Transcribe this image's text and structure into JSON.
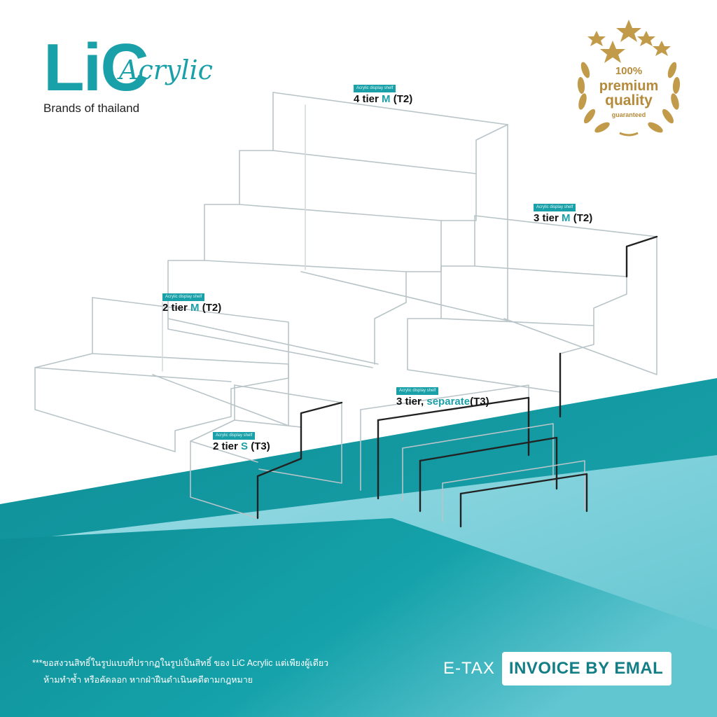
{
  "brand": {
    "wordmark": "LiC",
    "script": "Acrylic",
    "tagline": "Brands of thailand",
    "color": "#1aa0a8"
  },
  "badge": {
    "percent": "100%",
    "line1": "premium",
    "line2": "quality",
    "line3": "guaranteed",
    "color": "#b58a3a"
  },
  "products": [
    {
      "tag": "Acrylic display shelf",
      "name": "4 tier",
      "size": "M",
      "type": "(T2)"
    },
    {
      "tag": "Acrylic display shelf",
      "name": "3 tier",
      "size": "M",
      "type": "(T2)"
    },
    {
      "tag": "Acrylic display shelf",
      "name": "2 tier",
      "size": "M",
      "type": "(T2)"
    },
    {
      "tag": "Acrylic display shelf",
      "name": "2 tier",
      "size": "S",
      "type": "(T3)"
    },
    {
      "tag": "Acrylic display shelf",
      "name": "3 tier,",
      "size": "separate",
      "type": "(T3)"
    }
  ],
  "notice": {
    "line1": "***ขอสงวนสิทธิ์ในรูปแบบที่ปรากฏในรูปเป็นสิทธิ์ ของ LiC Acrylic แต่เพียงผู้เดียว",
    "line2": "ห้ามทำซ้ำ หรือคัดลอก หากฝ่าฝืนดำเนินคดีตามกฎหมาย"
  },
  "etax": {
    "prefix": "E-TAX",
    "label": "INVOICE BY EMAL"
  },
  "colors": {
    "teal_dark": "#0f8f98",
    "teal_mid": "#18a7ad",
    "teal_light": "#7fd0dc",
    "gold": "#b58a3a"
  }
}
